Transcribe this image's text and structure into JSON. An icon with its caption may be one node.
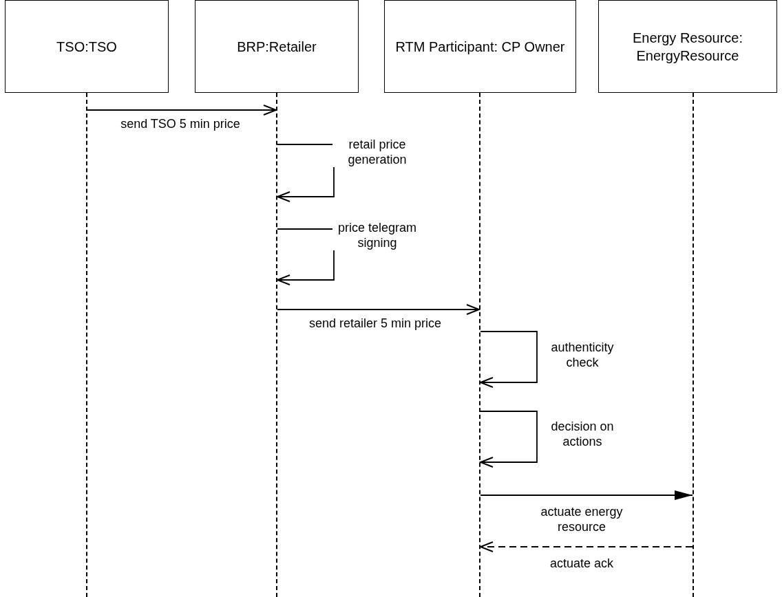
{
  "diagram": {
    "nodes": [
      {
        "text": [
          "TSO:TSO"
        ]
      },
      {
        "text": [
          "BRP:Retailer"
        ]
      },
      {
        "text": [
          "RTM Participant: CP Owner"
        ]
      },
      {
        "text": [
          "Energy Resource: EnergyResource"
        ]
      },
      {
        "text": [],
        "shape": "line"
      },
      {
        "text": [],
        "shape": "line"
      },
      {
        "text": [],
        "shape": "line"
      },
      {
        "text": [],
        "shape": "line"
      }
    ],
    "edges": [
      {
        "from": 4,
        "to": 5,
        "arrow": "to",
        "label": "send TSO 5 min price"
      },
      {
        "from": 5,
        "to": 5,
        "arrow": "to",
        "label": "retail price generation"
      },
      {
        "from": 5,
        "to": 5,
        "arrow": "to",
        "label": "price telegram signing"
      },
      {
        "from": 5,
        "to": 6,
        "arrow": "to",
        "label": "send retailer 5 min price"
      },
      {
        "from": 6,
        "to": 6,
        "arrow": "to",
        "label": "authenticity check"
      },
      {
        "from": 6,
        "to": 6,
        "arrow": "to",
        "label": "decision on actions"
      },
      {
        "from": 6,
        "to": 7,
        "arrow": "to",
        "label": "actuate energy resource"
      },
      {
        "from": 7,
        "to": 6,
        "arrow": "to",
        "label": "actuate ack",
        "style": "dashed"
      }
    ]
  }
}
